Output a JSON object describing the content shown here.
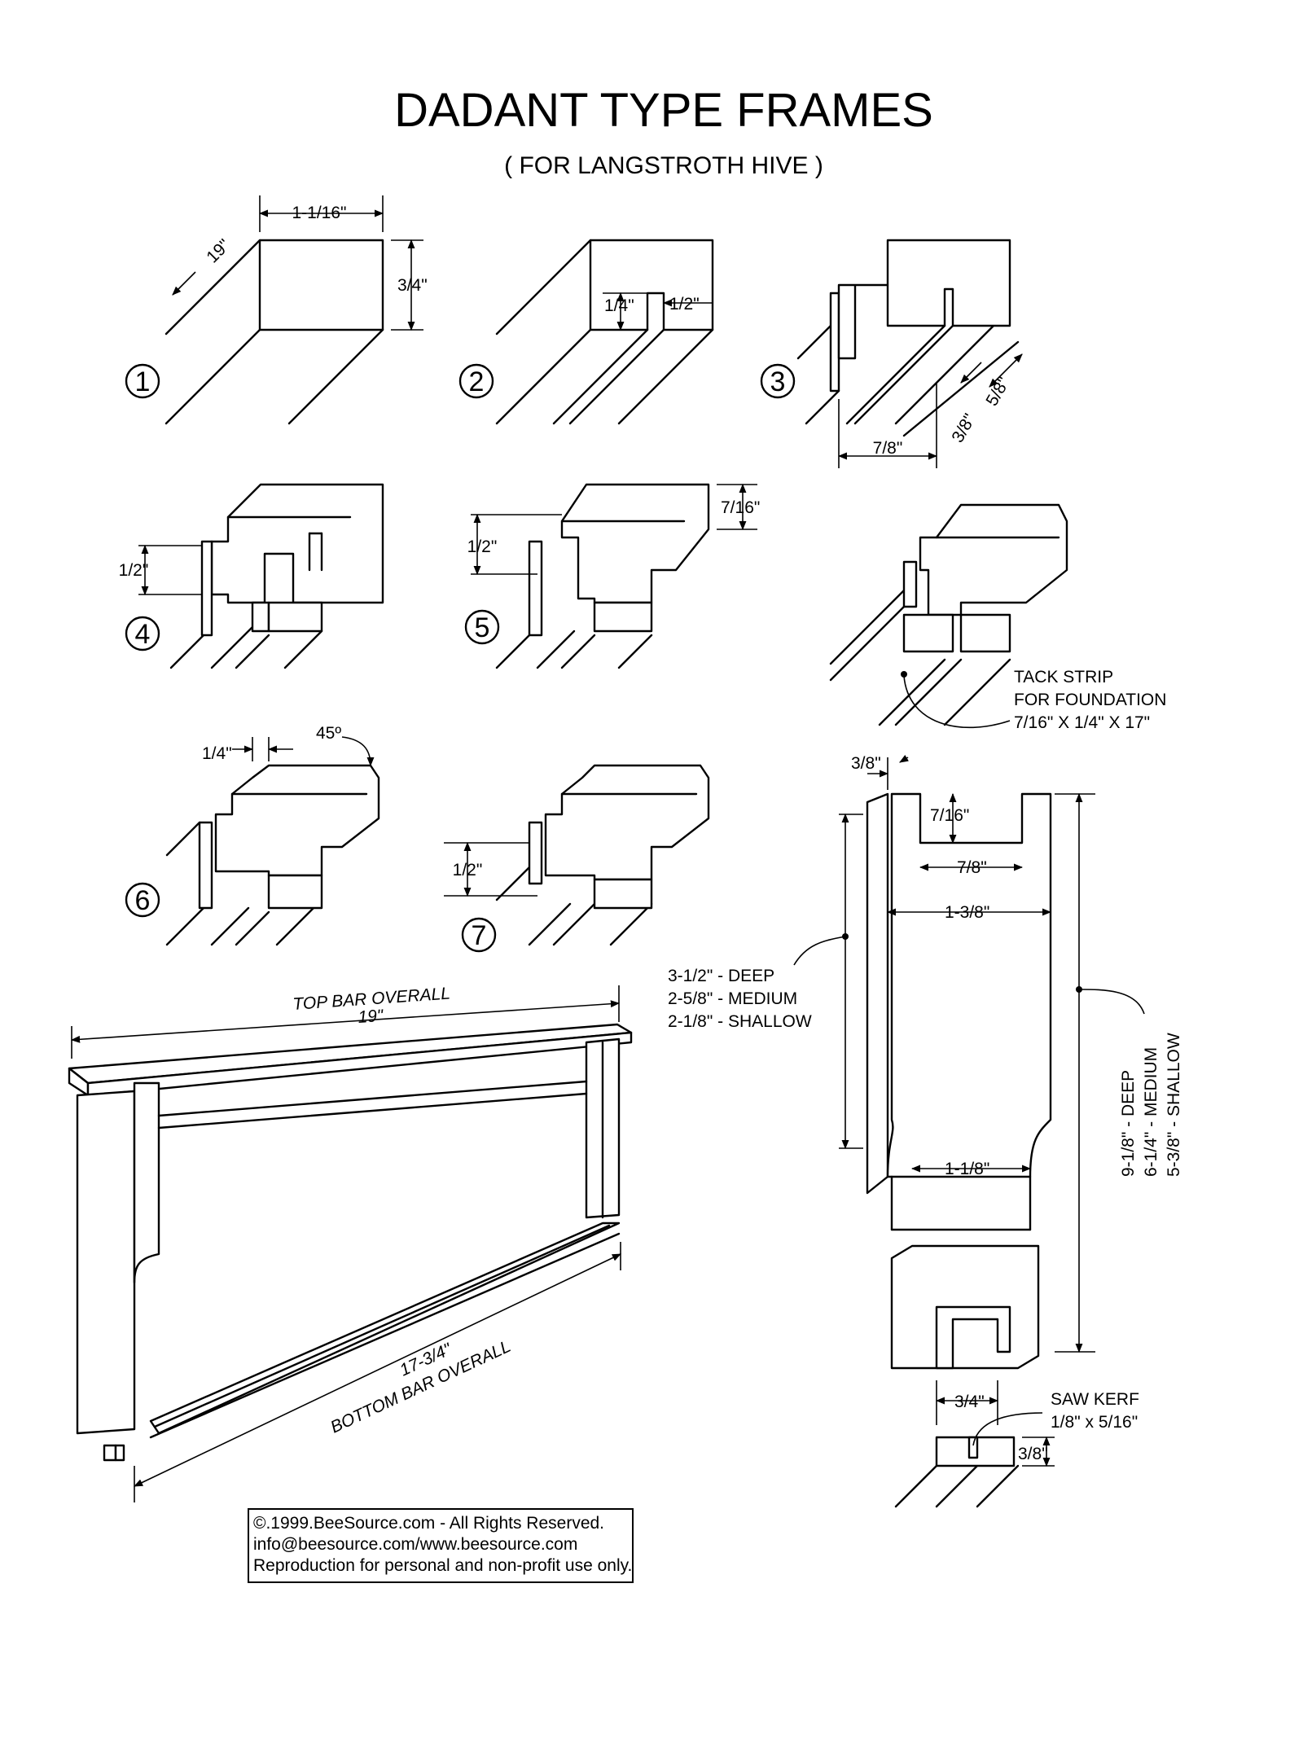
{
  "title": "DADANT TYPE FRAMES",
  "subtitle": "( FOR LANGSTROTH HIVE )",
  "steps": [
    "1",
    "2",
    "3",
    "4",
    "5",
    "6",
    "7"
  ],
  "dims": {
    "d_1_1_16": "1-1/16\"",
    "d_19": "19\"",
    "d_3_4_a": "3/4\"",
    "d_1_4_a": "1/4\"",
    "d_1_2_a": "1/2\"",
    "d_7_8_a": "7/8\"",
    "d_3_8_a": "3/8\"",
    "d_5_8": "5/8\"",
    "d_1_2_b": "1/2\"",
    "d_7_16_a": "7/16\"",
    "d_1_2_c": "1/2\"",
    "d_1_4_b": "1/4\"",
    "d_45": "45º",
    "d_1_2_d": "1/2\"",
    "d_3_8_b": "3/8\"",
    "d_7_16_b": "7/16\"",
    "d_7_8_b": "7/8\"",
    "d_1_3_8": "1-3/8\"",
    "d_1_1_8": "1-1/8\"",
    "d_3_4_b": "3/4\"",
    "d_3_8_c": "3/8\""
  },
  "tack_strip": [
    "TACK STRIP",
    "FOR FOUNDATION",
    "7/16\" X 1/4\" X 17\""
  ],
  "end_bar_widths": [
    "3-1/2\" - DEEP",
    "2-5/8\" - MEDIUM",
    "2-1/8\" - SHALLOW"
  ],
  "end_bar_heights": [
    "9-1/8\" - DEEP",
    "6-1/4\" - MEDIUM",
    "5-3/8\" - SHALLOW"
  ],
  "top_bar": [
    "TOP BAR OVERALL",
    "19\""
  ],
  "bottom_bar": [
    "17-3/4\"",
    "BOTTOM BAR OVERALL"
  ],
  "saw_kerf": [
    "SAW KERF",
    "1/8\" x 5/16\""
  ],
  "copyright": [
    "©.1999.BeeSource.com - All Rights Reserved.",
    "info@beesource.com/www.beesource.com",
    "Reproduction for personal and non-profit use only."
  ]
}
